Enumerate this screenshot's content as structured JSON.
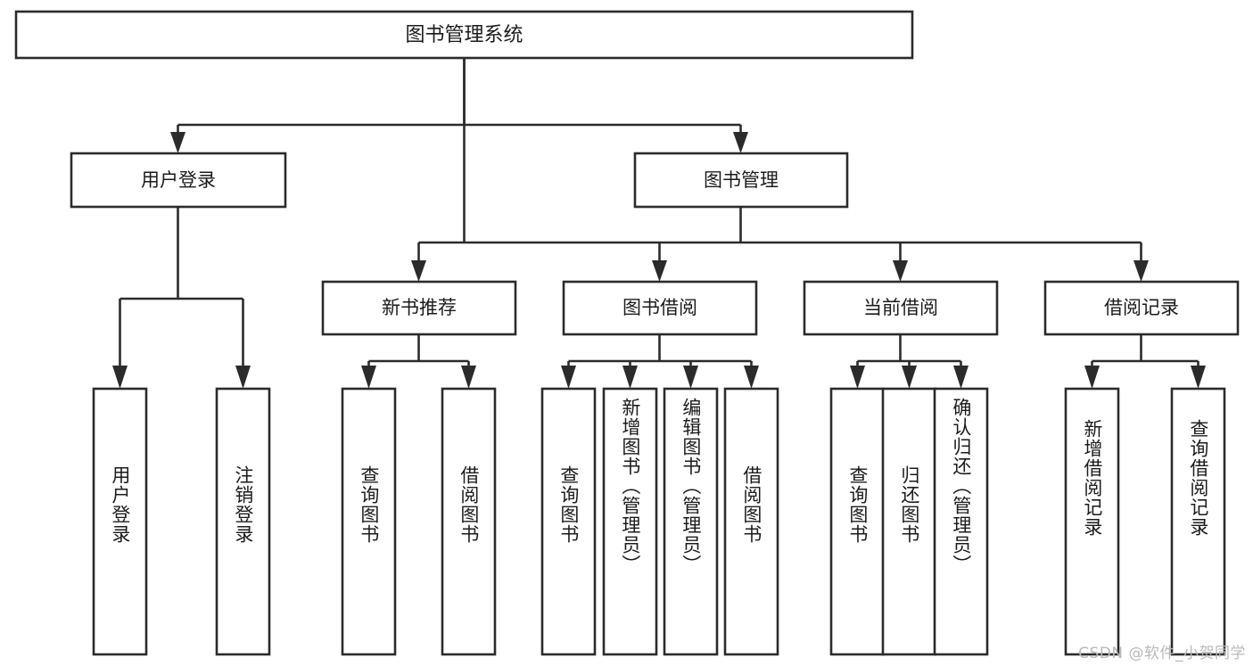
{
  "diagram": {
    "type": "hierarchy-tree",
    "title": "图书管理系统",
    "watermark": "CSDN @软件_小贺同学",
    "colors": {
      "stroke": "#2b2b2b",
      "fill": "#ffffff",
      "text": "#1b1b1b",
      "watermark": "#b9b9b9",
      "background": "#ffffff"
    },
    "levels": {
      "root": "图书管理系统",
      "level2": [
        "用户登录",
        "图书管理"
      ],
      "level3": [
        "新书推荐",
        "图书借阅",
        "当前借阅",
        "借阅记录"
      ]
    },
    "nodes": {
      "root": {
        "label": "图书管理系统"
      },
      "user_login": {
        "label": "用户登录"
      },
      "book_manage": {
        "label": "图书管理"
      },
      "new_book_rec": {
        "label": "新书推荐"
      },
      "book_borrow": {
        "label": "图书借阅"
      },
      "current_borrow": {
        "label": "当前借阅"
      },
      "borrow_record": {
        "label": "借阅记录"
      }
    },
    "leaves": {
      "user_login": [
        {
          "label": "用户登录"
        },
        {
          "label": "注销登录"
        }
      ],
      "new_book_rec": [
        {
          "label": "查询图书"
        },
        {
          "label": "借阅图书"
        }
      ],
      "book_borrow": [
        {
          "label": "查询图书"
        },
        {
          "label": "新增图书（管理员）"
        },
        {
          "label": "编辑图书（管理员）"
        },
        {
          "label": "借阅图书"
        }
      ],
      "current_borrow": [
        {
          "label": "查询图书"
        },
        {
          "label": "归还图书"
        },
        {
          "label": "确认归还（管理员）"
        }
      ],
      "borrow_record": [
        {
          "label": "新增借阅记录"
        },
        {
          "label": "查询借阅记录"
        }
      ]
    }
  }
}
